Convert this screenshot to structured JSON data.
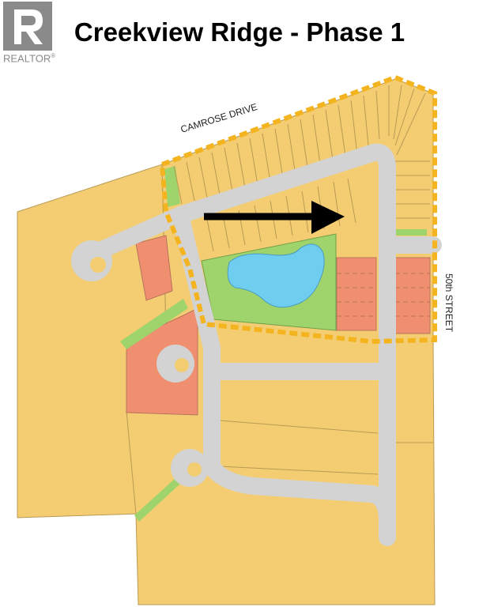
{
  "title": "Creekview Ridge - Phase 1",
  "logo": {
    "text": "REALTOR",
    "mark": "®",
    "icon": "realtor-r-icon"
  },
  "streets": {
    "camrose": "CAMROSE DRIVE",
    "fiftieth": "50th STREET"
  },
  "colors": {
    "lot": "#f4cd72",
    "road": "#d3d3d3",
    "green": "#9fd46c",
    "pond": "#6fcdf0",
    "highlight_lots": "#ef8f70",
    "phase_boundary": "#f4b41f",
    "arrow": "#000000"
  }
}
